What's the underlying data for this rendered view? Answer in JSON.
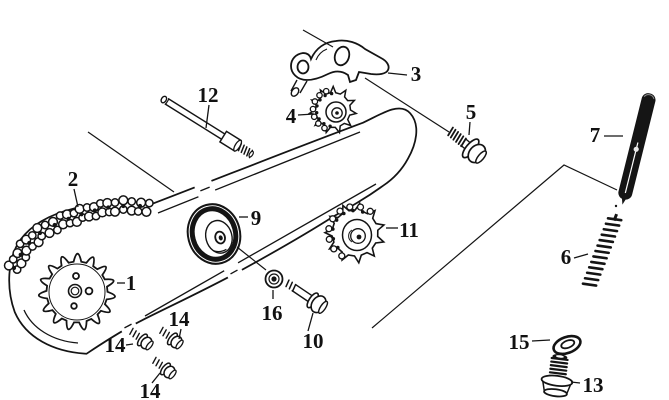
{
  "diagram": {
    "background_color": "#ffffff",
    "ink_color": "#1a1a1a",
    "part_labels": {
      "p1": "1",
      "p2": "2",
      "p3": "3",
      "p4": "4",
      "p5": "5",
      "p6": "6",
      "p7": "7",
      "p9": "9",
      "p10": "10",
      "p11": "11",
      "p12": "12",
      "p13": "13",
      "p14a": "14",
      "p14b": "14",
      "p14c": "14",
      "p15": "15",
      "p16": "16"
    }
  }
}
